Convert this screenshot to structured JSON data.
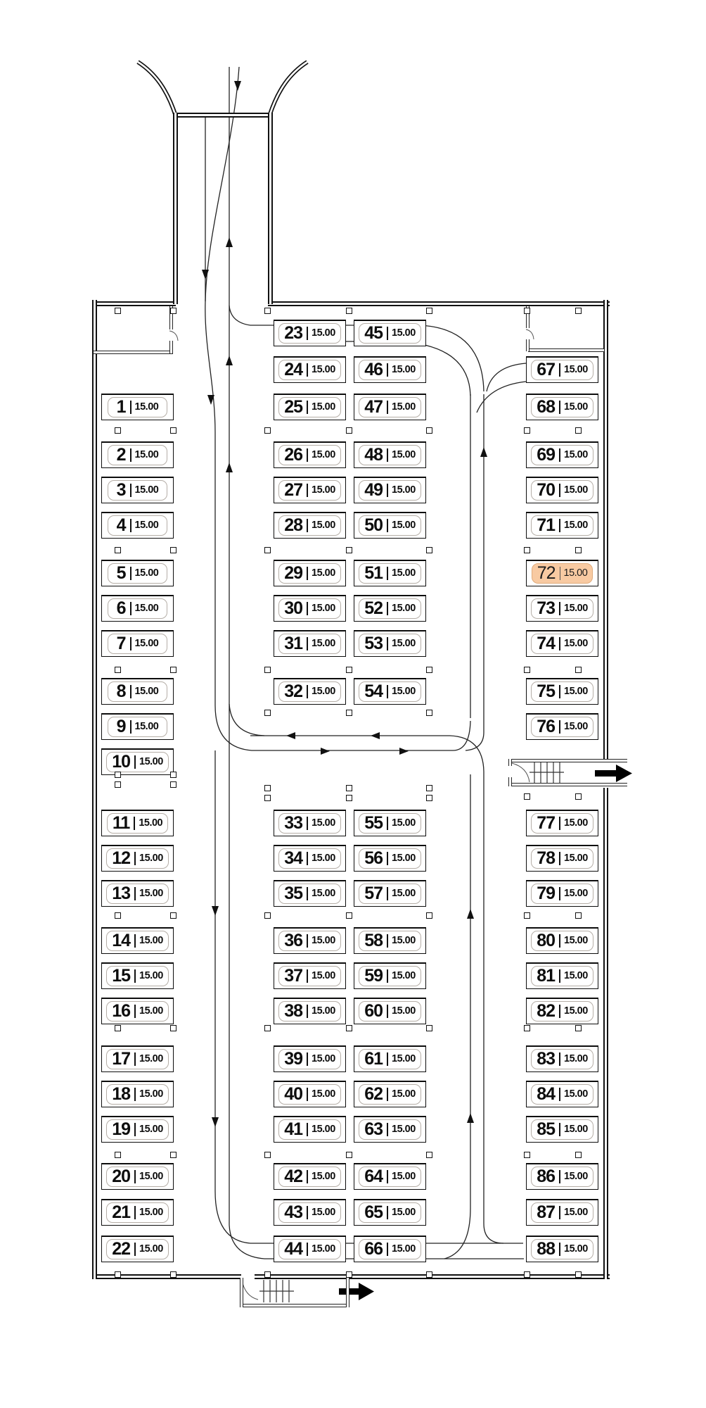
{
  "plan": {
    "type": "parking-level-floor-plan",
    "spot_count": 88,
    "highlight": {
      "spot": "72",
      "fill_color": "#f8caa2",
      "border_color": "#dfab7c"
    },
    "icons": {
      "exit_arrow": "exit-arrow-right",
      "stairs": "stairs-icon",
      "door": "door-swing-icon",
      "flow_arrows": [
        "up",
        "down",
        "left",
        "right"
      ]
    }
  },
  "columns": [
    {
      "id": "left-column",
      "spots": [
        {
          "n": "1",
          "price": "15.00"
        },
        {
          "n": "2",
          "price": "15.00"
        },
        {
          "n": "3",
          "price": "15.00"
        },
        {
          "n": "4",
          "price": "15.00"
        },
        {
          "n": "5",
          "price": "15.00"
        },
        {
          "n": "6",
          "price": "15.00"
        },
        {
          "n": "7",
          "price": "15.00"
        },
        {
          "n": "8",
          "price": "15.00"
        },
        {
          "n": "9",
          "price": "15.00"
        },
        {
          "n": "10",
          "price": "15.00"
        },
        {
          "n": "11",
          "price": "15.00"
        },
        {
          "n": "12",
          "price": "15.00"
        },
        {
          "n": "13",
          "price": "15.00"
        },
        {
          "n": "14",
          "price": "15.00"
        },
        {
          "n": "15",
          "price": "15.00"
        },
        {
          "n": "16",
          "price": "15.00"
        },
        {
          "n": "17",
          "price": "15.00"
        },
        {
          "n": "18",
          "price": "15.00"
        },
        {
          "n": "19",
          "price": "15.00"
        },
        {
          "n": "20",
          "price": "15.00"
        },
        {
          "n": "21",
          "price": "15.00"
        },
        {
          "n": "22",
          "price": "15.00"
        }
      ]
    },
    {
      "id": "middle-left-upper",
      "spots": [
        {
          "n": "23",
          "price": "15.00"
        },
        {
          "n": "24",
          "price": "15.00"
        },
        {
          "n": "25",
          "price": "15.00"
        },
        {
          "n": "26",
          "price": "15.00"
        },
        {
          "n": "27",
          "price": "15.00"
        },
        {
          "n": "28",
          "price": "15.00"
        },
        {
          "n": "29",
          "price": "15.00"
        },
        {
          "n": "30",
          "price": "15.00"
        },
        {
          "n": "31",
          "price": "15.00"
        },
        {
          "n": "32",
          "price": "15.00"
        }
      ]
    },
    {
      "id": "middle-right-upper",
      "spots": [
        {
          "n": "45",
          "price": "15.00"
        },
        {
          "n": "46",
          "price": "15.00"
        },
        {
          "n": "47",
          "price": "15.00"
        },
        {
          "n": "48",
          "price": "15.00"
        },
        {
          "n": "49",
          "price": "15.00"
        },
        {
          "n": "50",
          "price": "15.00"
        },
        {
          "n": "51",
          "price": "15.00"
        },
        {
          "n": "52",
          "price": "15.00"
        },
        {
          "n": "53",
          "price": "15.00"
        },
        {
          "n": "54",
          "price": "15.00"
        }
      ]
    },
    {
      "id": "middle-left-lower",
      "spots": [
        {
          "n": "33",
          "price": "15.00"
        },
        {
          "n": "34",
          "price": "15.00"
        },
        {
          "n": "35",
          "price": "15.00"
        },
        {
          "n": "36",
          "price": "15.00"
        },
        {
          "n": "37",
          "price": "15.00"
        },
        {
          "n": "38",
          "price": "15.00"
        },
        {
          "n": "39",
          "price": "15.00"
        },
        {
          "n": "40",
          "price": "15.00"
        },
        {
          "n": "41",
          "price": "15.00"
        },
        {
          "n": "42",
          "price": "15.00"
        },
        {
          "n": "43",
          "price": "15.00"
        },
        {
          "n": "44",
          "price": "15.00"
        }
      ]
    },
    {
      "id": "middle-right-lower",
      "spots": [
        {
          "n": "55",
          "price": "15.00"
        },
        {
          "n": "56",
          "price": "15.00"
        },
        {
          "n": "57",
          "price": "15.00"
        },
        {
          "n": "58",
          "price": "15.00"
        },
        {
          "n": "59",
          "price": "15.00"
        },
        {
          "n": "60",
          "price": "15.00"
        },
        {
          "n": "61",
          "price": "15.00"
        },
        {
          "n": "62",
          "price": "15.00"
        },
        {
          "n": "63",
          "price": "15.00"
        },
        {
          "n": "64",
          "price": "15.00"
        },
        {
          "n": "65",
          "price": "15.00"
        },
        {
          "n": "66",
          "price": "15.00"
        }
      ]
    },
    {
      "id": "right-upper",
      "spots": [
        {
          "n": "67",
          "price": "15.00"
        },
        {
          "n": "68",
          "price": "15.00"
        },
        {
          "n": "69",
          "price": "15.00"
        },
        {
          "n": "70",
          "price": "15.00"
        },
        {
          "n": "71",
          "price": "15.00"
        },
        {
          "n": "72",
          "price": "15.00",
          "highlighted": true
        },
        {
          "n": "73",
          "price": "15.00"
        },
        {
          "n": "74",
          "price": "15.00"
        },
        {
          "n": "75",
          "price": "15.00"
        },
        {
          "n": "76",
          "price": "15.00"
        }
      ]
    },
    {
      "id": "right-lower",
      "spots": [
        {
          "n": "77",
          "price": "15.00"
        },
        {
          "n": "78",
          "price": "15.00"
        },
        {
          "n": "79",
          "price": "15.00"
        },
        {
          "n": "80",
          "price": "15.00"
        },
        {
          "n": "81",
          "price": "15.00"
        },
        {
          "n": "82",
          "price": "15.00"
        },
        {
          "n": "83",
          "price": "15.00"
        },
        {
          "n": "84",
          "price": "15.00"
        },
        {
          "n": "85",
          "price": "15.00"
        },
        {
          "n": "86",
          "price": "15.00"
        },
        {
          "n": "87",
          "price": "15.00"
        },
        {
          "n": "88",
          "price": "15.00"
        }
      ]
    }
  ]
}
